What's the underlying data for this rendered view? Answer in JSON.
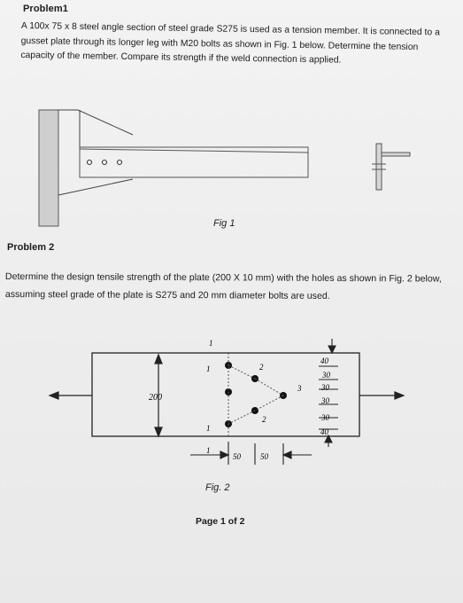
{
  "problem1": {
    "title": "Problem1",
    "text": "A 100x 75 x 8 steel angle section of steel grade S275 is used as a tension member. It is connected to a gusset plate through its longer leg with M20 bolts as shown in Fig. 1 below. Determine the tension capacity of the member. Compare its strength if the weld connection is applied.",
    "figure_caption": "Fig 1"
  },
  "problem2": {
    "title": "Problem 2",
    "text": "Determine the design tensile strength of the plate (200 X 10 mm) with the holes as shown in Fig. 2 below, assuming steel grade of the plate is S275 and 20 mm diameter bolts are used.",
    "figure_caption": "Fig. 2",
    "figure": {
      "width_label": "200",
      "right_dimensions": [
        "40",
        "30",
        "30",
        "30",
        "30",
        "40"
      ],
      "bottom_dimensions": [
        "50",
        "50"
      ],
      "section_labels": {
        "line1": "1",
        "line2": "2",
        "line3": "3"
      }
    }
  },
  "footer": {
    "page": "Page 1 of 2"
  }
}
